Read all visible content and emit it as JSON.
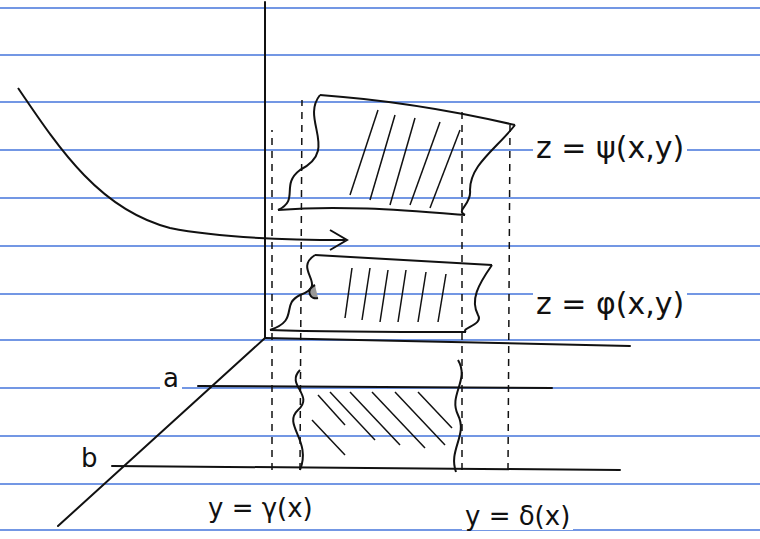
{
  "diagram": {
    "labels": [
      "z = ψ(x,y)",
      "z = φ(x,y)",
      "a",
      "b",
      "y = γ(x)",
      "y = δ(x)"
    ]
  }
}
